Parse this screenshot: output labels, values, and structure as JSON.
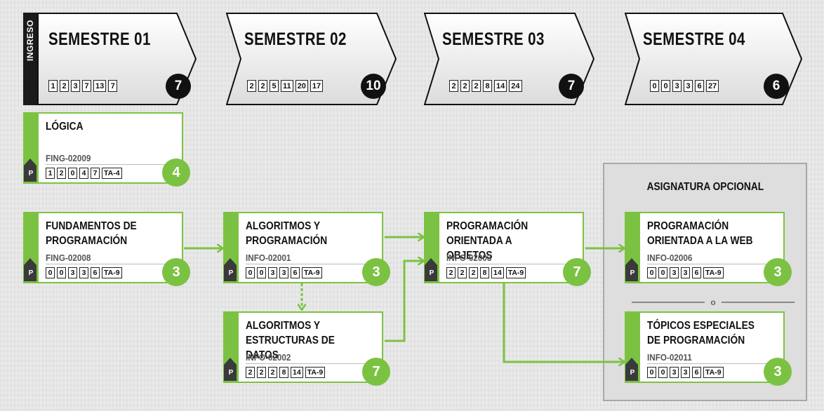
{
  "colors": {
    "accent": "#7cc242",
    "dark": "#111111",
    "optional_bg": "#dedede"
  },
  "ingreso_label": "INGRESO",
  "semesters": [
    {
      "title": "SEMESTRE 01",
      "cells": [
        "1",
        "2",
        "3",
        "7",
        "13",
        "7"
      ],
      "total": "7"
    },
    {
      "title": "SEMESTRE 02",
      "cells": [
        "2",
        "2",
        "5",
        "11",
        "20",
        "17"
      ],
      "total": "10"
    },
    {
      "title": "SEMESTRE 03",
      "cells": [
        "2",
        "2",
        "2",
        "8",
        "14",
        "24"
      ],
      "total": "7"
    },
    {
      "title": "SEMESTRE 04",
      "cells": [
        "0",
        "0",
        "3",
        "3",
        "6",
        "27"
      ],
      "total": "6"
    }
  ],
  "courses": {
    "logica": {
      "title": "LÓGICA",
      "code": "FING-02009",
      "cells": [
        "1",
        "2",
        "0",
        "4",
        "7",
        "TA-4"
      ],
      "credits": "4",
      "badge": "P"
    },
    "fundamentos": {
      "title": "FUNDAMENTOS DE PROGRAMACIÓN",
      "code": "FING-02008",
      "cells": [
        "0",
        "0",
        "3",
        "3",
        "6",
        "TA-9"
      ],
      "credits": "3",
      "badge": "P"
    },
    "algoritmos_prog": {
      "title": "ALGORITMOS Y PROGRAMACIÓN",
      "code": "INFO-02001",
      "cells": [
        "0",
        "0",
        "3",
        "3",
        "6",
        "TA-9"
      ],
      "credits": "3",
      "badge": "P"
    },
    "algoritmos_datos": {
      "title": "ALGORITMOS Y ESTRUCTURAS DE DATOS",
      "code": "INFO-02002",
      "cells": [
        "2",
        "2",
        "2",
        "8",
        "14",
        "TA-9"
      ],
      "credits": "7",
      "badge": "P"
    },
    "poo": {
      "title": "PROGRAMACIÓN ORIENTADA A OBJETOS",
      "code": "INFO-02003",
      "cells": [
        "2",
        "2",
        "2",
        "8",
        "14",
        "TA-9"
      ],
      "credits": "7",
      "badge": "P"
    },
    "web": {
      "title": "PROGRAMACIÓN ORIENTADA A LA WEB",
      "code": "INFO-02006",
      "cells": [
        "0",
        "0",
        "3",
        "3",
        "6",
        "TA-9"
      ],
      "credits": "3",
      "badge": "P"
    },
    "topicos": {
      "title": "TÓPICOS ESPECIALES DE PROGRAMACIÓN",
      "code": "INFO-02011",
      "cells": [
        "0",
        "0",
        "3",
        "3",
        "6",
        "TA-9"
      ],
      "credits": "3",
      "badge": "P"
    }
  },
  "optional": {
    "label": "ASIGNATURA OPCIONAL",
    "separator": "o"
  }
}
